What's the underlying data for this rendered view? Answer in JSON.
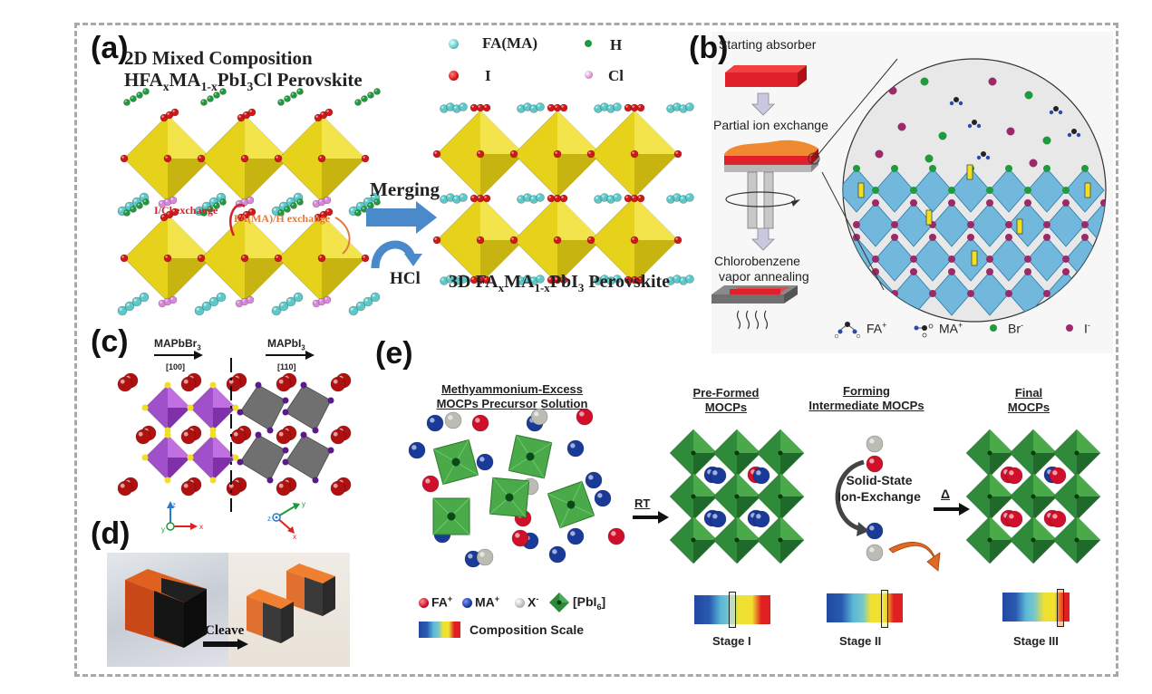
{
  "panels": {
    "a": {
      "label": "(a)",
      "title_line1": "2D Mixed Composition",
      "title_line2": {
        "p1": "HFA",
        "s1": "x",
        "p2": "MA",
        "s2": "1-x",
        "p3": "PbI",
        "s3": "3",
        "p4": "Cl Perovskite"
      },
      "legend": [
        {
          "symbol": "FA(MA)",
          "color": "#5cc8c8"
        },
        {
          "symbol": "H",
          "color": "#1f9a3c"
        },
        {
          "symbol": "I",
          "color": "#d01818"
        },
        {
          "symbol": "Cl",
          "color": "#d88ad8"
        }
      ],
      "exchange_labels": {
        "ic": "I/Cl exchange",
        "fah": "FA(MA)/H exchange"
      },
      "arrow_label": "Merging",
      "byproduct": "HCl",
      "product": {
        "p1": "3D FA",
        "s1": "x",
        "p2": "MA",
        "s2": "1-x",
        "p3": "PbI",
        "s3": "3",
        "p4": " Perovskite"
      },
      "colors": {
        "octahedron": "#e6d21a",
        "teal": "#5cc8c8",
        "red": "#d01818",
        "green": "#1f9a3c",
        "pink": "#d88ad8",
        "arrow": "#4a8acb"
      }
    },
    "b": {
      "label": "(b)",
      "steps": [
        "Starting absorber",
        "Partial ion exchange",
        "Chlorobenzene",
        "vapor annealing"
      ],
      "legend": [
        {
          "name": "FA",
          "charge": "+"
        },
        {
          "name": "MA",
          "charge": "+"
        },
        {
          "name": "Br",
          "charge": "-",
          "color": "#1f9a3c"
        },
        {
          "name": "I",
          "charge": "-",
          "color": "#9a2a6a"
        }
      ],
      "colors": {
        "absorber": "#e0202a",
        "exchange": "#f08a30",
        "octahedron": "#4aa8d8",
        "circle_bg": "#ececec"
      }
    },
    "c": {
      "label": "(c)",
      "left_phase": {
        "name": "MAPbBr",
        "sub": "3",
        "direction": "[100]"
      },
      "right_phase": {
        "name": "MAPbI",
        "sub": "3",
        "direction": "[110]"
      },
      "axes_left": {
        "z": "z",
        "x": "x",
        "y": "y"
      },
      "axes_right": {
        "z": "z",
        "x": "x",
        "y": "y"
      },
      "colors": {
        "br_oct": "#a050c8",
        "i_oct": "#707070",
        "ma": "#b01010",
        "br": "#f0e020",
        "i": "#5a1a8a"
      }
    },
    "d": {
      "label": "(d)",
      "arrow_label": "Cleave"
    },
    "e": {
      "label": "(e)",
      "solution_title": [
        "Methyammonium-Excess",
        "MOCPs Precursor Solution"
      ],
      "stage_titles": [
        [
          "Pre-Formed",
          "MOCPs"
        ],
        [
          "Forming",
          "Intermediate MOCPs"
        ],
        [
          "Final",
          "MOCPs"
        ]
      ],
      "arrow_rt": "RT",
      "arrow_heat": "Δ",
      "exchange_text": [
        "Solid-State",
        "Ion-Exchange"
      ],
      "legend": [
        {
          "name": "FA",
          "sup": "+",
          "color": "#d0102a"
        },
        {
          "name": "MA",
          "sup": "+",
          "color": "#1a3a9a"
        },
        {
          "name": "X",
          "sup": "-",
          "color": "#bcbcb4"
        },
        {
          "name": "[PbI",
          "sub": "6",
          "tail": "]",
          "color": "#2a8a3a"
        }
      ],
      "composition_scale_label": "Composition Scale",
      "stages": [
        {
          "label": "Stage I",
          "marker_position": 0.5
        },
        {
          "label": "Stage II",
          "marker_position": 0.76
        },
        {
          "label": "Stage III",
          "marker_position": 0.86
        }
      ],
      "colors": {
        "lattice": "#2f8a3a",
        "fa": "#d0102a",
        "ma": "#1a3a9a",
        "x": "#bcbcb4",
        "curved_arrow": "#e06a20"
      }
    }
  }
}
